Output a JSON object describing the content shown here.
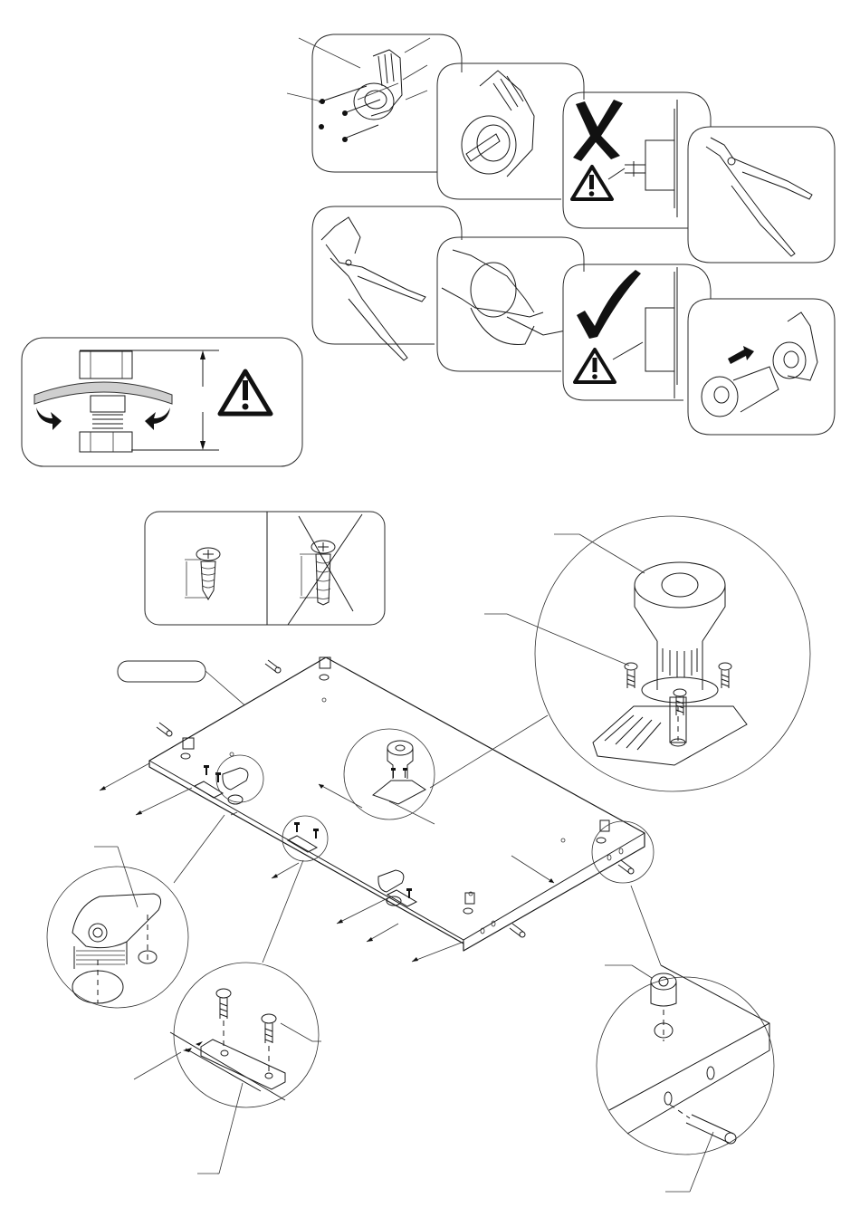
{
  "document": {
    "type": "assembly-instruction-step",
    "text_labels": []
  },
  "top_sequence": {
    "panels": [
      {
        "id": 1,
        "icon": "screws-into-foot-base-icon"
      },
      {
        "id": 2,
        "icon": "foot-base-closeup-icon"
      },
      {
        "id": 3,
        "icon": "wrong-install-cross-icon",
        "verdict": "wrong",
        "warning": true
      },
      {
        "id": 4,
        "icon": "pliers-icon"
      },
      {
        "id": 5,
        "icon": "pliers-gripping-base-icon"
      },
      {
        "id": 6,
        "icon": "pliers-cutting-tab-icon"
      },
      {
        "id": 7,
        "icon": "correct-install-check-icon",
        "verdict": "correct",
        "warning": true
      },
      {
        "id": 8,
        "icon": "insert-adjuster-arrow-icon"
      }
    ]
  },
  "leveling_panel": {
    "icon": "leveling-foot-rotate-icon",
    "warning": true
  },
  "screw_depth_panel": {
    "correct_icon": "screw-correct-icon",
    "wrong_icon": "screw-wrong-crossed-icon"
  },
  "main_drawing": {
    "part_label_box": "",
    "callouts": [
      {
        "icon": "cam-lock-detail-icon"
      },
      {
        "icon": "mounting-plate-detail-icon"
      },
      {
        "icon": "leveling-foot-detail-icon"
      },
      {
        "icon": "dowel-and-cam-detail-icon"
      }
    ]
  }
}
